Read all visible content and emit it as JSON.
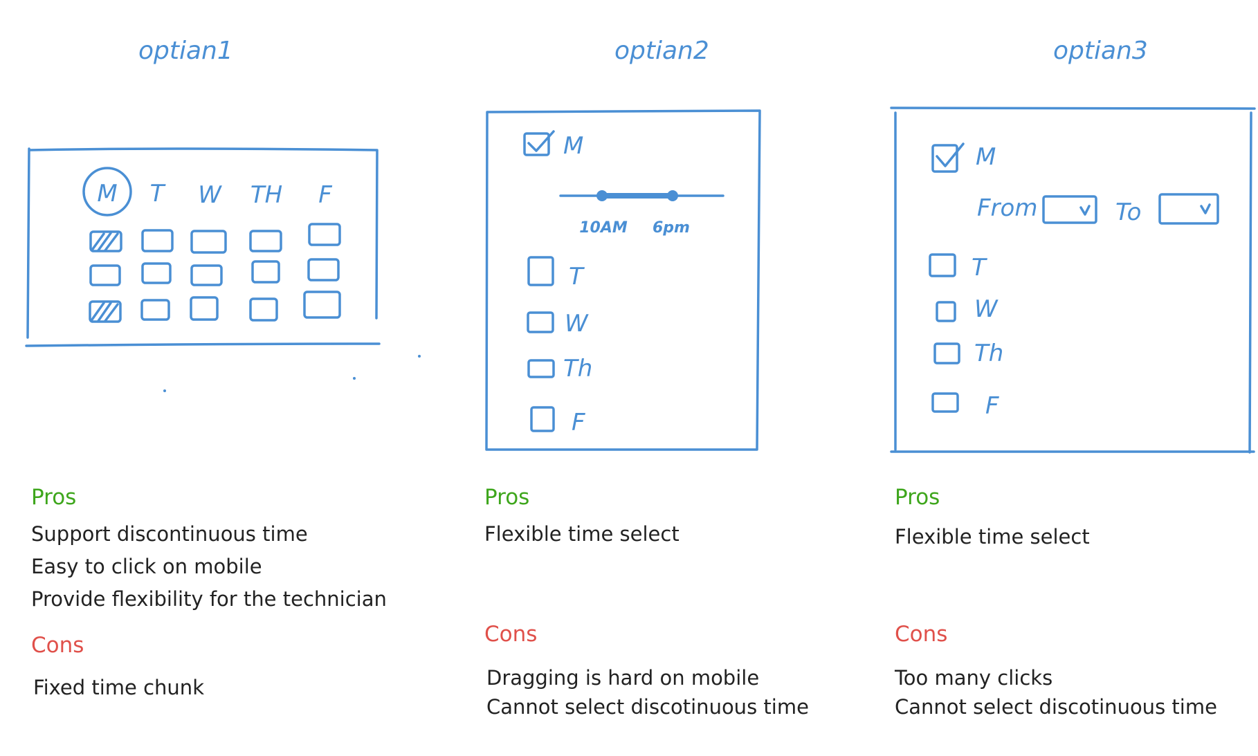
{
  "colors": {
    "ink": "#4a8fd4",
    "pros": "#3ea61c",
    "cons": "#e0504a",
    "text": "#222222"
  },
  "options": [
    {
      "title": "optian1",
      "days": [
        "M",
        "T",
        "W",
        "TH",
        "F"
      ],
      "pros_heading": "Pros",
      "pros": [
        "Support discontinuous time",
        "Easy to click on mobile",
        "Provide flexibility for the technician"
      ],
      "cons_heading": "Cons",
      "cons": [
        "Fixed time chunk"
      ]
    },
    {
      "title": "optian2",
      "days": [
        "M",
        "T",
        "W",
        "Th",
        "F"
      ],
      "slider": {
        "start_label": "10AM",
        "end_label": "6pm"
      },
      "pros_heading": "Pros",
      "pros": [
        "Flexible time select"
      ],
      "cons_heading": "Cons",
      "cons": [
        "Dragging is hard on mobile",
        "Cannot select discotinuous time"
      ]
    },
    {
      "title": "optian3",
      "days": [
        "M",
        "T",
        "W",
        "Th",
        "F"
      ],
      "from_label": "From",
      "to_label": "To",
      "pros_heading": "Pros",
      "pros": [
        "Flexible time select"
      ],
      "cons_heading": "Cons",
      "cons": [
        "Too many clicks",
        "Cannot select discotinuous time"
      ]
    }
  ]
}
